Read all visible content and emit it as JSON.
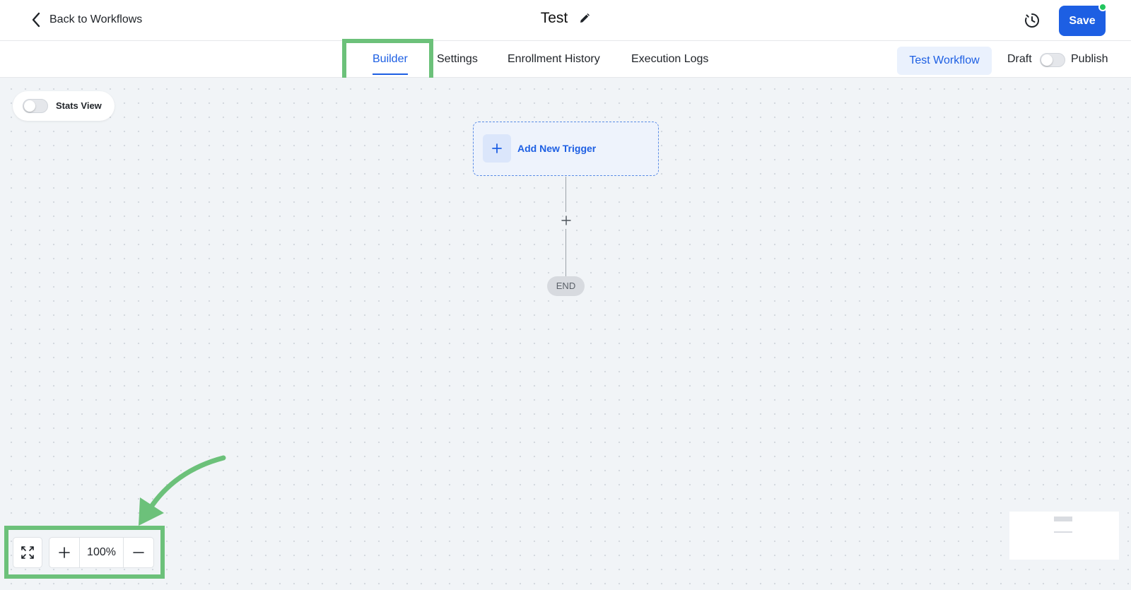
{
  "header": {
    "back_label": "Back to Workflows",
    "title": "Test",
    "save_label": "Save"
  },
  "tabs": [
    {
      "label": "Builder",
      "active": true
    },
    {
      "label": "Settings",
      "active": false
    },
    {
      "label": "Enrollment History",
      "active": false
    },
    {
      "label": "Execution Logs",
      "active": false
    }
  ],
  "actions": {
    "test_workflow_label": "Test Workflow",
    "draft_label": "Draft",
    "publish_label": "Publish",
    "publish_toggle_on": false
  },
  "canvas": {
    "stats_view_label": "Stats View",
    "stats_view_on": false,
    "trigger_label": "Add New Trigger",
    "end_label": "END",
    "zoom_level": "100%"
  },
  "icons": {
    "back": "chevron-left-icon",
    "edit": "pencil-icon",
    "history": "clock-history-icon",
    "fit": "expand-icon",
    "zoom_in": "plus-icon",
    "zoom_out": "minus-icon"
  },
  "colors": {
    "primary": "#1d5fe3",
    "status_dot": "#22c55e",
    "annotation": "#6cc17a",
    "canvas_bg": "#f1f4f7"
  }
}
